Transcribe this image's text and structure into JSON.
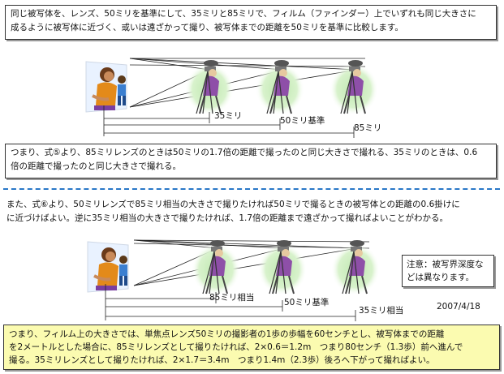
{
  "top_box": {
    "line1": "同じ被写体を、レンズ、50ミリを基準にして、35ミリと85ミリで、フィルム（ファインダー）上でいずれも同じ大きさに",
    "line2": "成るように被写体に近づく、或いは遠ざかって撮り、被写体までの距離を50ミリを基準に比較します。"
  },
  "diagram1": {
    "label_35": "35ミリ",
    "label_50": "50ミリ基準",
    "label_85": "85ミリ"
  },
  "mid_box": {
    "line1": "つまり、式⑤より、85ミリレンズのときは50ミリの1.7倍の距離で撮ったのと同じ大きさで撮れる、35ミリのときは、0.6",
    "line2": "倍の距離で撮ったのと同じ大きさで撮れる。"
  },
  "plain_text": {
    "line1": "また、式⑥より、50ミリレンズで85ミリ相当の大きさで撮りたければ50ミリで撮るときの被写体との距離の0.6掛けに",
    "line2": "に近づけばよい。逆に35ミリ相当の大きさで撮りたければ、1.7倍の距離まで遠ざかって撮ればよいことがわかる。"
  },
  "diagram2": {
    "label_85eq": "85ミリ相当",
    "label_50": "50ミリ基準",
    "label_35eq": "35ミリ相当"
  },
  "note_box": {
    "line1": "注意：被写界深度な",
    "line2": "どは異なります。"
  },
  "date": "2007/4/18",
  "bottom_box": {
    "line1": "つまり、フィルム上の大きさでは、単焦点レンズ50ミリの撮影者の1歩の歩幅を60センチとし、被写体までの距離",
    "line2": "を2メートルとした場合に、85ミリレンズとして撮りたければ、2×0.6＝1.2m　つまり80センチ（1.3歩）前へ進んで",
    "line3": "撮る。35ミリレンズとして撮りたければ、2×1.7＝3.4m　つまり1.4m（2.3歩）後ろへ下がって撮ればよい。"
  },
  "colors": {
    "accent_dash": "#2a78c8",
    "highlight": "#fbfbb0",
    "green_glow": "#bfe8b0",
    "photographer_shirt": "#8e4fa8"
  }
}
